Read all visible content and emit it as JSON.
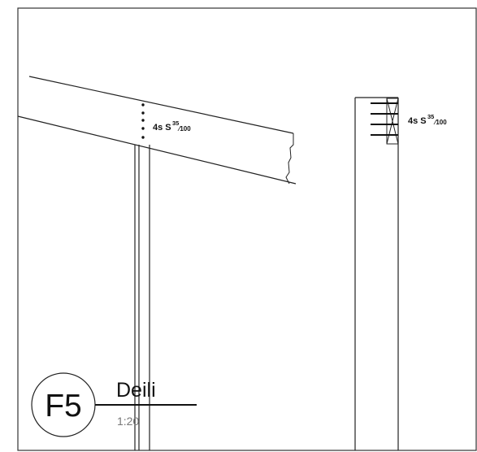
{
  "drawing": {
    "annotation_left": {
      "prefix": "4s S",
      "superscript": "35",
      "subscript": "⁄100"
    },
    "annotation_right": {
      "prefix": "4s S",
      "superscript": "35",
      "subscript": "⁄100"
    },
    "title_block": {
      "marker": "F5",
      "title": "Deili",
      "scale": "1:20"
    }
  }
}
